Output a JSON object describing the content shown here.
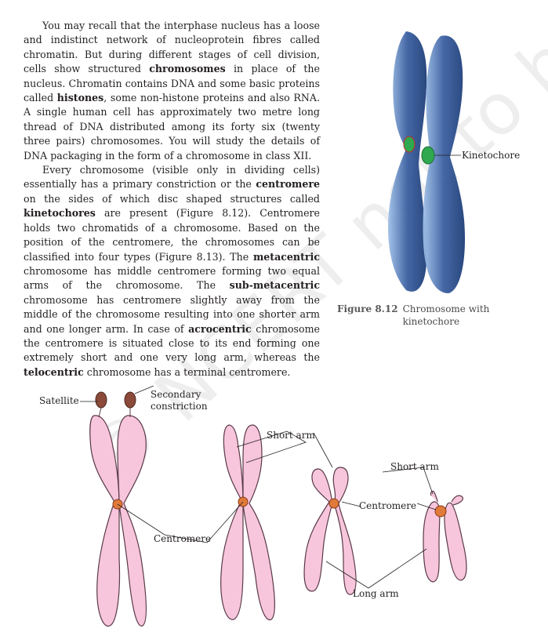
{
  "paragraphs": {
    "p1": {
      "t1": "You may recall that the interphase nucleus has a loose and indistinct network of nucleoprotein fibres called chromatin. But during different stages of cell division, cells show structured ",
      "b1": "chromosomes",
      "t2": " in place of the nucleus. Chromatin contains DNA and some basic proteins called ",
      "b2": "histones",
      "t3": ", some non-histone proteins and also RNA. A single human cell has approximately two metre long thread of DNA distributed among its forty six (twenty three pairs) chromosomes. You will study the details of DNA packaging in the form of a chromosome in class XII."
    },
    "p2": {
      "t1": "Every chromosome (visible only in dividing cells) essentially has a primary constriction or the ",
      "b1": "centromere",
      "t2": " on the sides of which disc shaped structures called ",
      "b2": "kinetochores",
      "t3": " are present (Figure 8.12). Centromere holds two chromatids of a chromosome. Based on the position of the centromere, the chromosomes can be classified into four types (Figure 8.13). The ",
      "b3": "metacentric",
      "t4": " chromosome has middle centromere forming two equal arms of the chromosome. The ",
      "b4": "sub-metacentric",
      "t5": " chromosome has centromere slightly away from the middle of the chromosome resulting into one shorter arm and one longer arm. In case of ",
      "b5": "acrocentric",
      "t6": " chromosome the centromere is situated close to its end forming one extremely short and one very long arm, whereas the ",
      "b6": "telocentric",
      "t7": " chromosome has a terminal centromere."
    }
  },
  "figure_8_12": {
    "kinetochore_label": "Kinetochore",
    "caption_number": "Figure 8.12",
    "caption_text": "Chromosome with kinetochore"
  },
  "figure_8_13": {
    "satellite": "Satellite",
    "secondary_constriction_1": "Secondary",
    "secondary_constriction_2": "constriction",
    "short_arm_1": "Short arm",
    "short_arm_2": "Short arm",
    "centromere_1": "Centromere",
    "centromere_2": "Centromere",
    "long_arm": "Long arm"
  },
  "watermark": "© NCERT not to be republished",
  "colors": {
    "arm_fill": "#f7c6dc",
    "arm_stroke": "#5a3a48",
    "centromere": "#e07a3a",
    "satellite": "#8b4a3a",
    "chromosome_photo": "#3a5fa0",
    "kinetochore_green": "#2fa84f"
  }
}
